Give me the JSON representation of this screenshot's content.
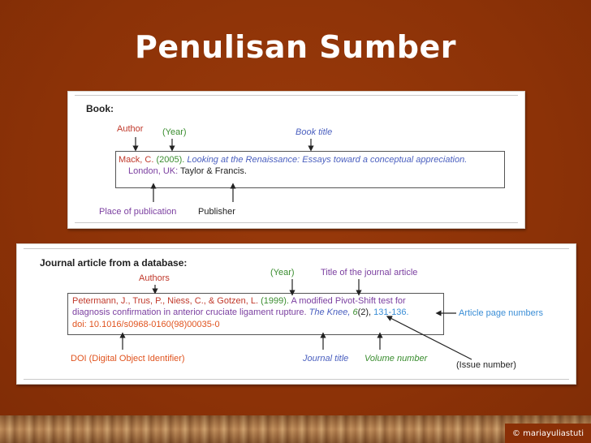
{
  "slide": {
    "title": "Penulisan Sumber",
    "copyright": "© mariayuliastuti"
  },
  "book": {
    "heading": "Book:",
    "labels": {
      "author": "Author",
      "year": "(Year)",
      "book_title": "Book title",
      "place": "Place of publication",
      "publisher": "Publisher"
    },
    "citation": {
      "author": "Mack, C.",
      "year": "(2005).",
      "title": "Looking at the Renaissance: Essays toward a conceptual appreciation.",
      "place": "London, UK:",
      "publisher": "Taylor & Francis."
    }
  },
  "journal": {
    "heading": "Journal article from a database:",
    "labels": {
      "year": "(Year)",
      "article_title": "Title of the journal article",
      "authors": "Authors",
      "page_numbers": "Article page numbers",
      "doi": "DOI (Digital Object Identifier)",
      "journal_title": "Journal title",
      "volume": "Volume number",
      "issue": "(Issue number)"
    },
    "citation": {
      "authors": "Petermann, J., Trus, P., Niess, C., & Gotzen, L.",
      "year": "(1999).",
      "title_part1": "A modified Pivot-Shift test for",
      "title_part2": "diagnosis confirmation in anterior cruciate ligament rupture.",
      "journal": "The Knee,",
      "volume": "6",
      "issue": "(2),",
      "pages": "131-136.",
      "doi": "doi: 10.1016/s0968-0160(98)00035-0"
    }
  }
}
